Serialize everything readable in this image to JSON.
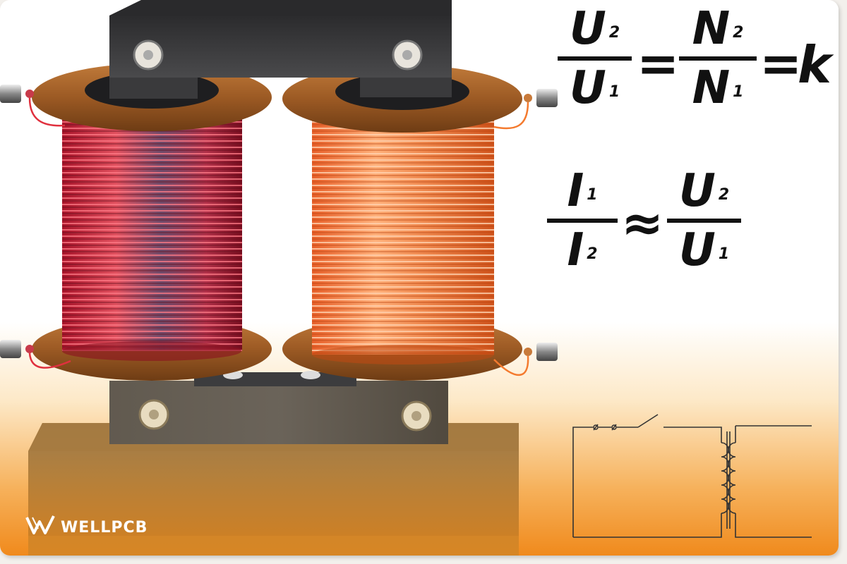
{
  "equation1": {
    "lhs": {
      "num_letter": "U",
      "num_sub": "2",
      "den_letter": "U",
      "den_sub": "1"
    },
    "equals1": "=",
    "mid": {
      "num_letter": "N",
      "num_sub": "2",
      "den_letter": "N",
      "den_sub": "1"
    },
    "equals2": "=",
    "rhs": "k"
  },
  "equation2": {
    "lhs": {
      "num_letter": "I",
      "num_sub": "1",
      "den_letter": "I",
      "den_sub": "2"
    },
    "approx": "≈",
    "rhs": {
      "num_letter": "U",
      "num_sub": "2",
      "den_letter": "U",
      "den_sub": "1"
    }
  },
  "brand": {
    "name": "WELLPCB",
    "icon": "wellpcb-logo-icon"
  },
  "colors": {
    "primary_coil": "#c0283a",
    "secondary_coil": "#f47a2e",
    "core": "#3d3d3f",
    "flange": "#a0632c",
    "background_bottom": "#f08a1c"
  }
}
